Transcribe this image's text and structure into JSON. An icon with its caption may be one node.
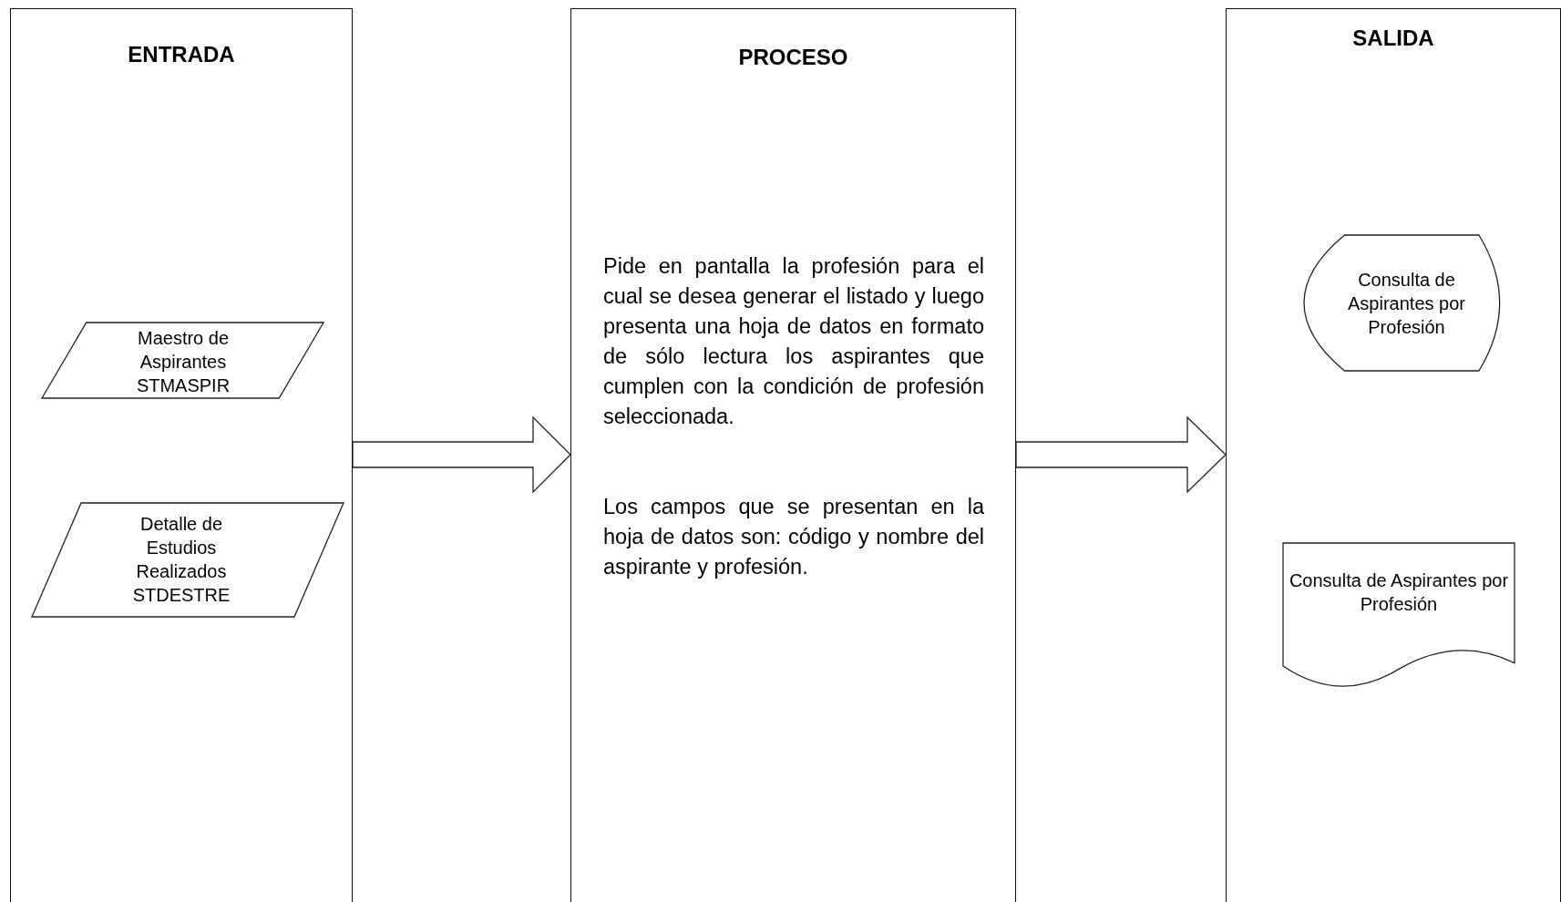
{
  "diagram": {
    "nodes": [
      {
        "text": [
          "ENTRADA"
        ]
      },
      {
        "text": [
          "Maestro de Aspirantes STMASPIR"
        ],
        "in": 0
      },
      {
        "text": [
          "Detalle de Estudios Realizados STDESTRE"
        ],
        "in": 0
      },
      {
        "text": [
          "PROCESO",
          "Pide en pantalla la profesión para el cual se desea generar el listado y luego presenta una hoja de datos en formato de sólo lectura los aspirantes que cumplen con la condición de profesión seleccionada.",
          "Los campos que se presentan en la hoja de datos son: código y nombre del aspirante y profesión."
        ]
      },
      {
        "text": [
          "SALIDA"
        ]
      },
      {
        "text": [
          "Consulta de Aspirantes por Profesión"
        ],
        "in": 4
      },
      {
        "text": [
          "Consulta de Aspirantes por Profesión"
        ],
        "in": 4
      }
    ],
    "edges": [
      {
        "from": 0,
        "to": 3,
        "arrow": "to"
      },
      {
        "from": 3,
        "to": 4,
        "arrow": "to"
      }
    ]
  }
}
